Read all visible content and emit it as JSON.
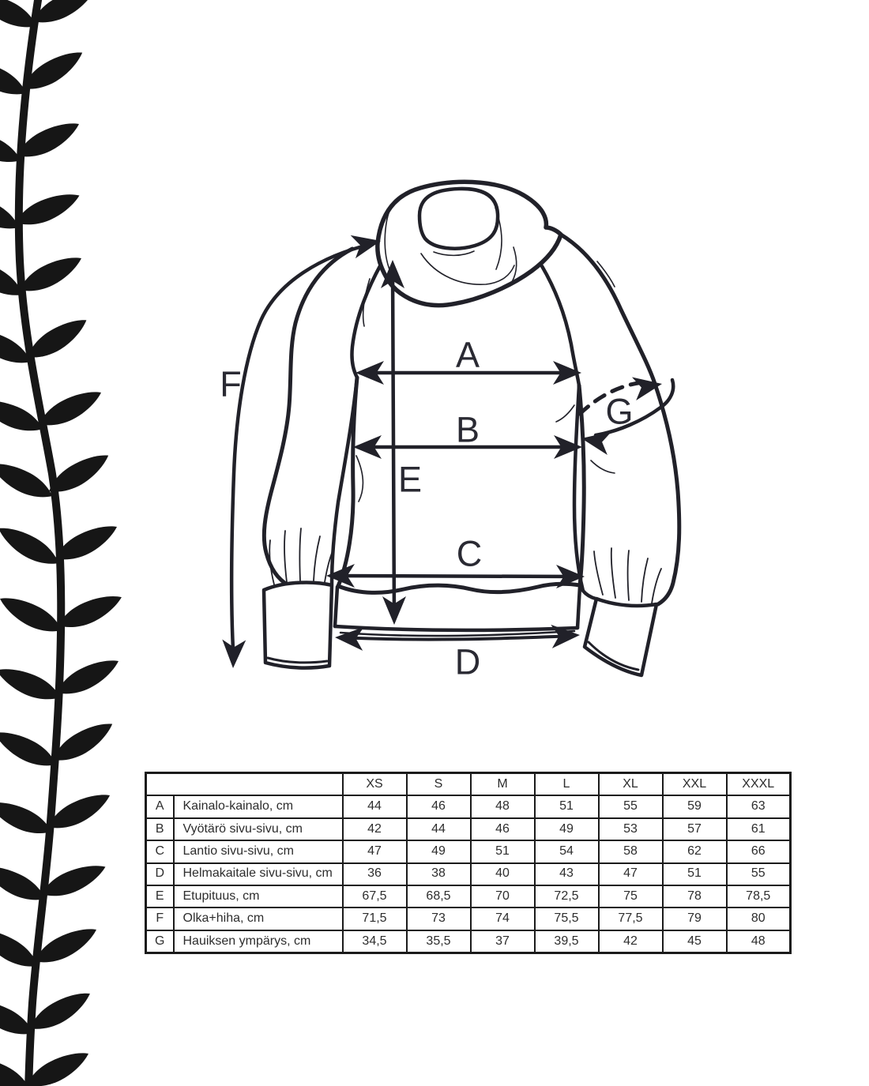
{
  "diagram": {
    "letters": {
      "A": "A",
      "B": "B",
      "C": "C",
      "D": "D",
      "E": "E",
      "F": "F",
      "G": "G"
    },
    "ink_color": "#212129",
    "vine_color": "#161616"
  },
  "table": {
    "size_headers": [
      "XS",
      "S",
      "M",
      "L",
      "XL",
      "XXL",
      "XXXL"
    ],
    "rows": [
      {
        "letter": "A",
        "name": "Kainalo-kainalo, cm",
        "values": [
          "44",
          "46",
          "48",
          "51",
          "55",
          "59",
          "63"
        ]
      },
      {
        "letter": "B",
        "name": "Vyötärö sivu-sivu, cm",
        "values": [
          "42",
          "44",
          "46",
          "49",
          "53",
          "57",
          "61"
        ]
      },
      {
        "letter": "C",
        "name": "Lantio sivu-sivu, cm",
        "values": [
          "47",
          "49",
          "51",
          "54",
          "58",
          "62",
          "66"
        ]
      },
      {
        "letter": "D",
        "name": "Helmakaitale sivu-sivu, cm",
        "values": [
          "36",
          "38",
          "40",
          "43",
          "47",
          "51",
          "55"
        ]
      },
      {
        "letter": "E",
        "name": "Etupituus, cm",
        "values": [
          "67,5",
          "68,5",
          "70",
          "72,5",
          "75",
          "78",
          "78,5"
        ]
      },
      {
        "letter": "F",
        "name": "Olka+hiha, cm",
        "values": [
          "71,5",
          "73",
          "74",
          "75,5",
          "77,5",
          "79",
          "80"
        ]
      },
      {
        "letter": "G",
        "name": "Hauiksen ympärys, cm",
        "values": [
          "34,5",
          "35,5",
          "37",
          "39,5",
          "42",
          "45",
          "48"
        ]
      }
    ]
  }
}
